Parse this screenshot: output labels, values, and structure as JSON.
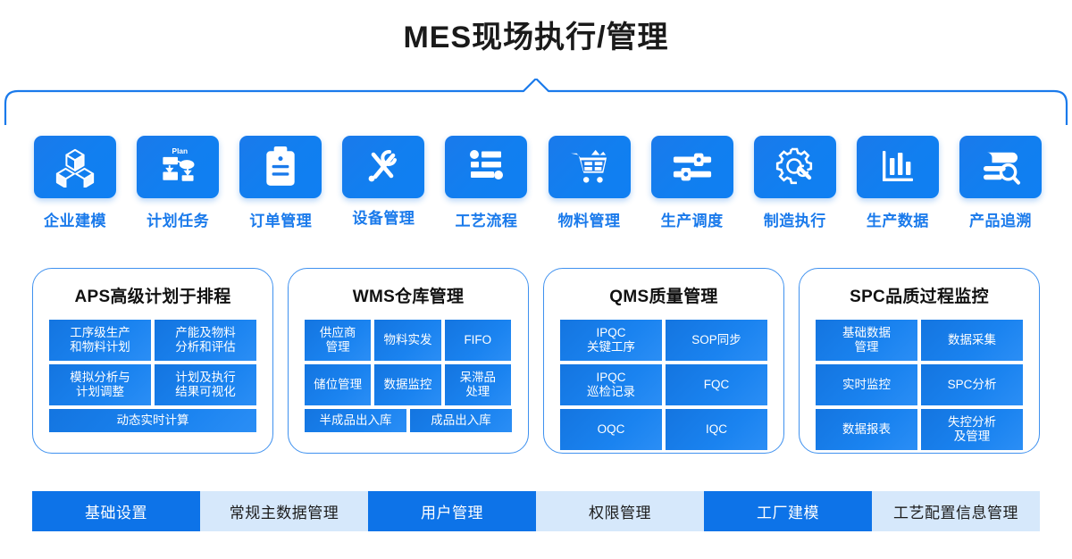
{
  "header": {
    "title": "MES现场执行/管理"
  },
  "theme": {
    "primary_blue": "#1a7aeb",
    "deep_blue": "#0d73e8",
    "light_blue": "#d6e8fb",
    "card_border": "#3f91ef",
    "text_dark": "#1a1a1a"
  },
  "bracket": {
    "name": "connector-bracket",
    "color": "#1a7aeb"
  },
  "modules": [
    {
      "icon": "cubes-icon",
      "label": "企业建模"
    },
    {
      "icon": "plan-flow-icon",
      "label": "计划任务"
    },
    {
      "icon": "clipboard-icon",
      "label": "订单管理"
    },
    {
      "icon": "tools-icon",
      "label": "设备管理"
    },
    {
      "icon": "process-flow-icon",
      "label": "工艺流程"
    },
    {
      "icon": "cart-icon",
      "label": "物料管理"
    },
    {
      "icon": "sliders-icon",
      "label": "生产调度"
    },
    {
      "icon": "gear-wrench-icon",
      "label": "制造执行"
    },
    {
      "icon": "bar-chart-icon",
      "label": "生产数据"
    },
    {
      "icon": "doc-search-icon",
      "label": "产品追溯"
    }
  ],
  "cards": [
    {
      "title": "APS高级计划于排程",
      "tiles": [
        {
          "label": "工序级生产\n和物料计划",
          "size": "half"
        },
        {
          "label": "产能及物料\n分析和评估",
          "size": "half"
        },
        {
          "label": "模拟分析与\n计划调整",
          "size": "half"
        },
        {
          "label": "计划及执行\n结果可视化",
          "size": "half"
        },
        {
          "label": "动态实时计算",
          "size": "full"
        }
      ]
    },
    {
      "title": "WMS仓库管理",
      "tiles": [
        {
          "label": "供应商\n管理",
          "size": "third"
        },
        {
          "label": "物料实发",
          "size": "third"
        },
        {
          "label": "FIFO",
          "size": "third"
        },
        {
          "label": "储位管理",
          "size": "third"
        },
        {
          "label": "数据监控",
          "size": "third"
        },
        {
          "label": "呆滞品\n处理",
          "size": "third"
        },
        {
          "label": "半成品出入库",
          "size": "half"
        },
        {
          "label": "成品出入库",
          "size": "half"
        }
      ]
    },
    {
      "title": "QMS质量管理",
      "tiles": [
        {
          "label": "IPQC\n关键工序",
          "size": "half"
        },
        {
          "label": "SOP同步",
          "size": "half"
        },
        {
          "label": "IPQC\n巡检记录",
          "size": "half"
        },
        {
          "label": "FQC",
          "size": "half"
        },
        {
          "label": "OQC",
          "size": "half"
        },
        {
          "label": "IQC",
          "size": "half"
        }
      ]
    },
    {
      "title": "SPC品质过程监控",
      "tiles": [
        {
          "label": "基础数据\n管理",
          "size": "half"
        },
        {
          "label": "数据采集",
          "size": "half"
        },
        {
          "label": "实时监控",
          "size": "half"
        },
        {
          "label": "SPC分析",
          "size": "half"
        },
        {
          "label": "数据报表",
          "size": "half"
        },
        {
          "label": "失控分析\n及管理",
          "size": "half"
        }
      ]
    }
  ],
  "bottom_bar": [
    {
      "label": "基础设置",
      "highlighted": true
    },
    {
      "label": "常规主数据管理",
      "highlighted": false
    },
    {
      "label": "用户管理",
      "highlighted": true
    },
    {
      "label": "权限管理",
      "highlighted": false
    },
    {
      "label": "工厂建模",
      "highlighted": true
    },
    {
      "label": "工艺配置信息管理",
      "highlighted": false
    }
  ]
}
